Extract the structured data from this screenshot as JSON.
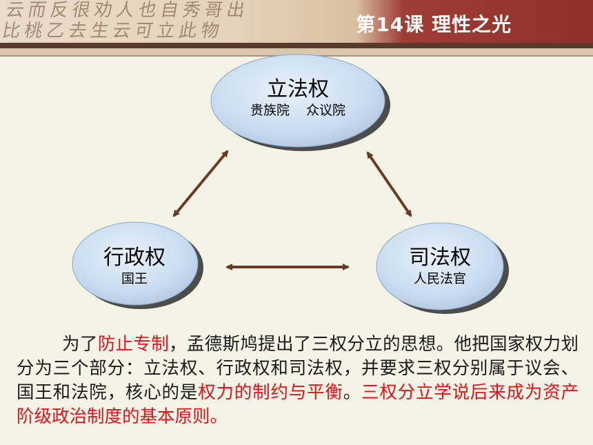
{
  "header": {
    "lesson_title": "第14课 理性之光",
    "calligraphy_line1": "云而反很劝人也自秀哥出",
    "calligraphy_line2": "比桃乙去生云可立此物"
  },
  "diagram": {
    "legislative": {
      "title": "立法权",
      "subtitle": "贵族院 众议院"
    },
    "executive": {
      "title": "行政权",
      "subtitle": "国王"
    },
    "judicial": {
      "title": "司法权",
      "subtitle": "人民法官"
    }
  },
  "paragraph": {
    "part1": "为了",
    "part2_red": "防止专制",
    "part3": "，孟德斯鸠提出了三权分立的思想。他把国家权力划分为三个部分：立法权、行政权和司法权，并要求三权分别属于议会、国王和法院，核心的是",
    "part4_red": "权力的制约与平衡",
    "part5": "。",
    "part6_red": "三权分立学说后来成为资产阶级政治制度的基本原则。"
  },
  "colors": {
    "ellipse_fill": "#cfe0f2",
    "arrow": "#6b3a20",
    "highlight_red": "#e0131b",
    "header_red": "#8f3129"
  }
}
